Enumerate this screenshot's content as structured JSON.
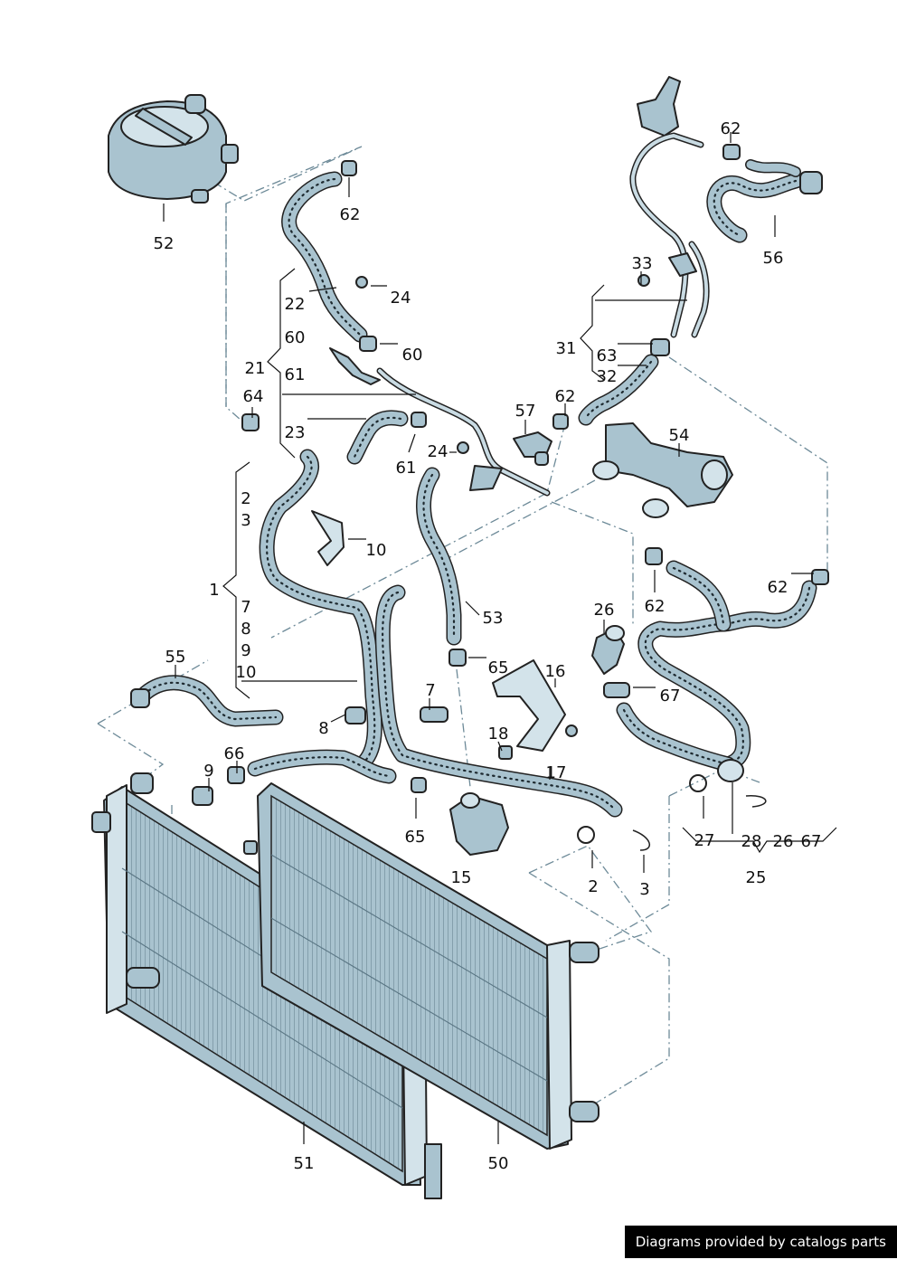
{
  "diagram": {
    "title": "Cooling system – coolant hoses, expansion tank and radiators",
    "credit": "Diagrams provided by catalogs parts",
    "colors": {
      "part_fill": "#a9c3cf",
      "line": "#222222",
      "leader_dash": "#6d8a98",
      "background": "#ffffff"
    },
    "labels": {
      "52": "52",
      "62a": "62",
      "22": "22",
      "24a": "24",
      "60a": "60",
      "60b": "60",
      "21": "21",
      "61a": "61",
      "61b": "61",
      "64": "64",
      "23": "23",
      "24b": "24",
      "2a": "2",
      "3a": "3",
      "1": "1",
      "7a": "7",
      "8a": "8",
      "9a": "9",
      "10a": "10",
      "10b": "10",
      "53": "53",
      "55": "55",
      "7b": "7",
      "8b": "8",
      "65a": "65",
      "66": "66",
      "9b": "9",
      "65b": "65",
      "15": "15",
      "16": "16",
      "17": "17",
      "18": "18",
      "2b": "2",
      "3b": "3",
      "62b": "62",
      "56": "56",
      "33": "33",
      "31": "31",
      "63": "63",
      "32": "32",
      "57": "57",
      "62c": "62",
      "54": "54",
      "62d": "62",
      "62e": "62",
      "26a": "26",
      "67a": "67",
      "27": "27",
      "28": "28",
      "26b": "26",
      "67b": "67",
      "25": "25",
      "51": "51",
      "50": "50"
    }
  }
}
